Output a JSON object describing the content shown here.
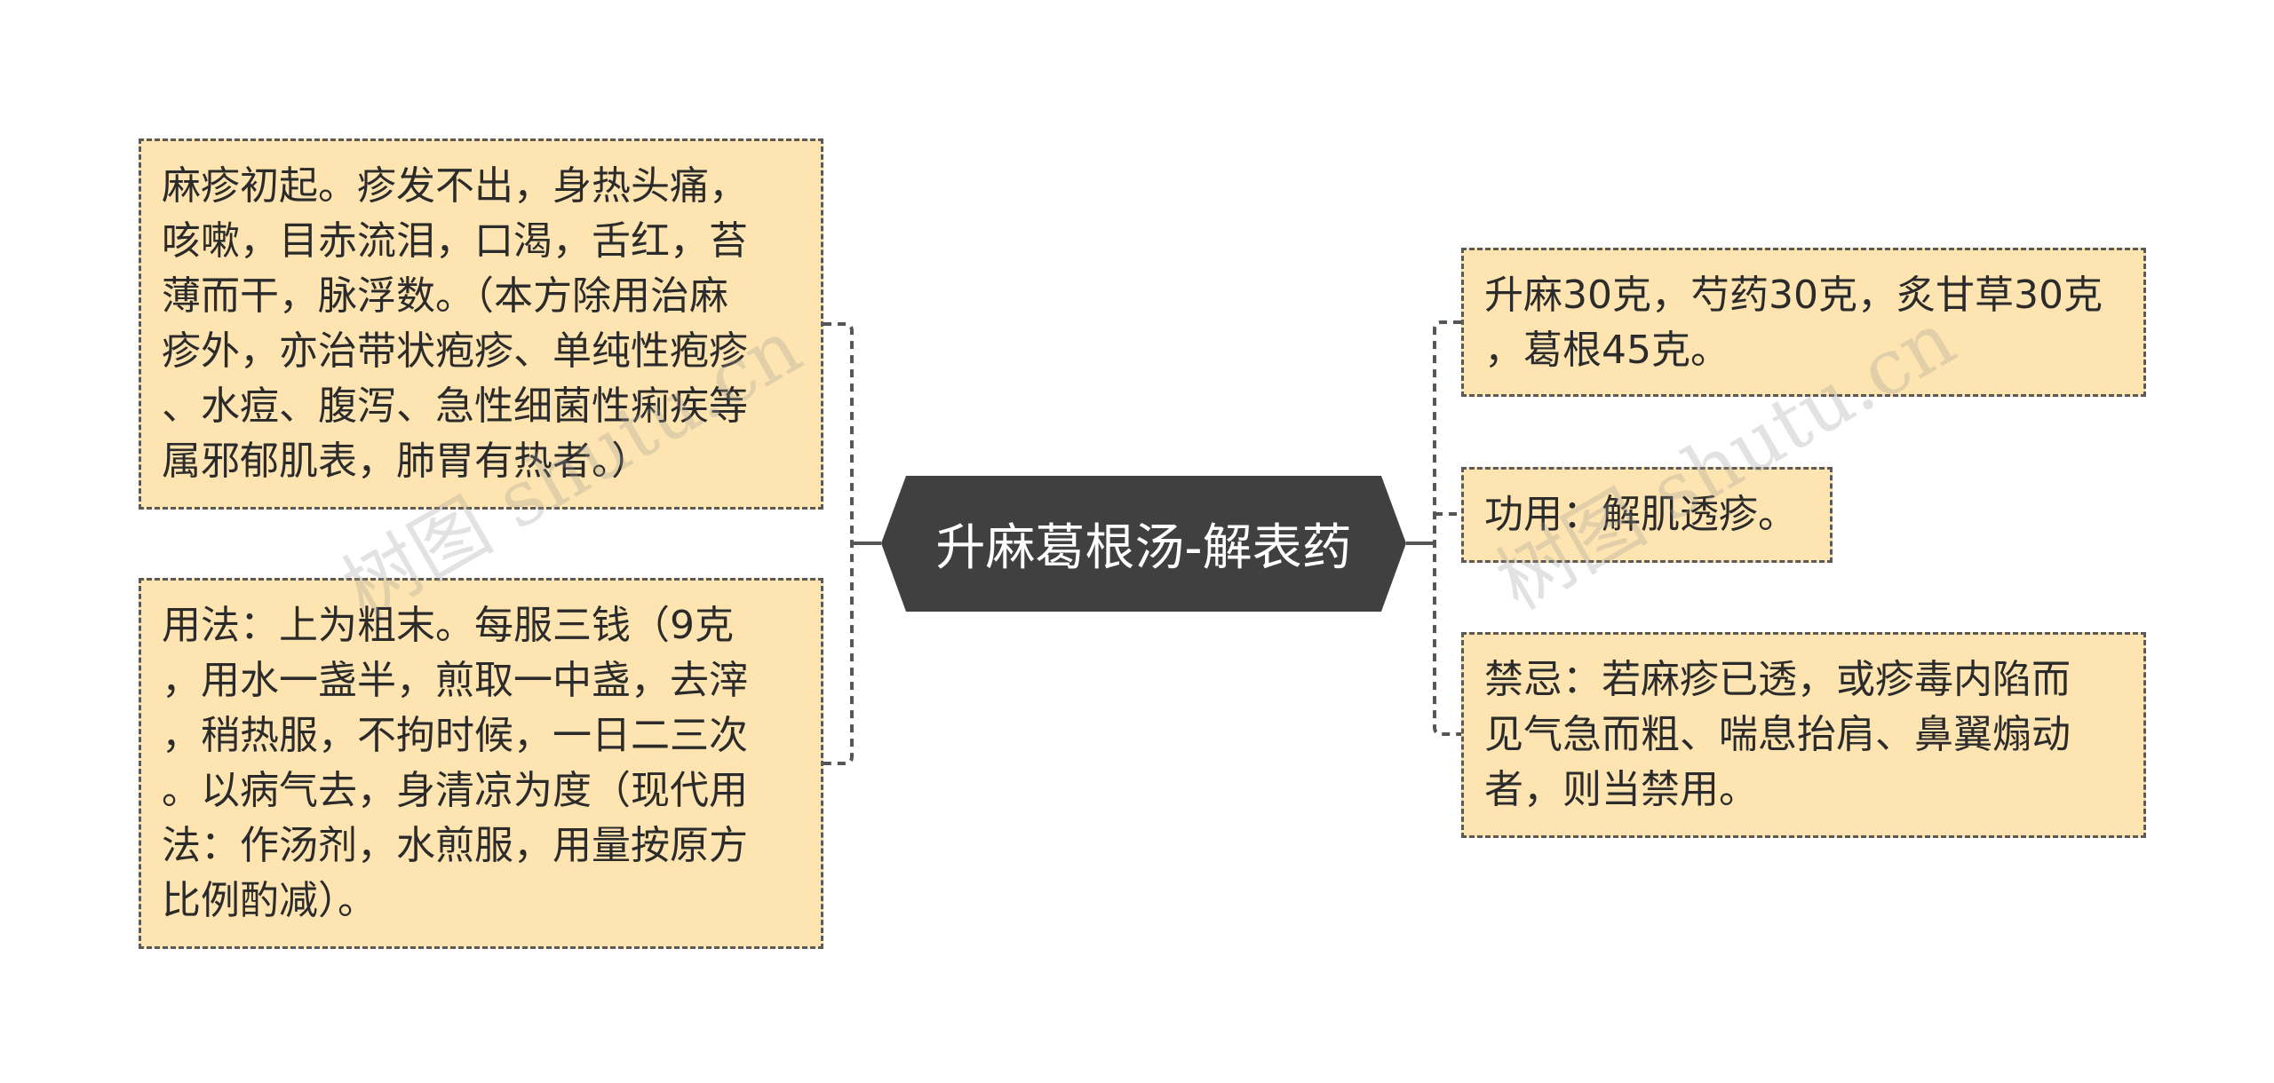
{
  "central": {
    "title": "升麻葛根汤-解表药"
  },
  "left": [
    {
      "lines": [
        "麻疹初起。疹发不出，身热头痛，",
        "咳嗽，目赤流泪，口渴，舌红，苔",
        "薄而干，脉浮数。（本方除用治麻",
        "疹外，亦治带状疱疹、单纯性疱疹",
        "、水痘、腹泻、急性细菌性痢疾等",
        "属邪郁肌表，肺胃有热者。）"
      ]
    },
    {
      "lines": [
        "用法：上为粗末。每服三钱（9克",
        "，用水一盏半，煎取一中盏，去滓",
        "，稍热服，不拘时候，一日二三次",
        "。以病气去，身清凉为度（现代用",
        "法：作汤剂，水煎服，用量按原方",
        "比例酌减）。"
      ]
    }
  ],
  "right": [
    {
      "lines": [
        "升麻30克，芍药30克，炙甘草30克",
        "，葛根45克。"
      ]
    },
    {
      "lines": [
        "功用：解肌透疹。"
      ]
    },
    {
      "lines": [
        "禁忌：若麻疹已透，或疹毒内陷而",
        "见气急而粗、喘息抬肩、鼻翼煽动",
        "者，则当禁用。"
      ]
    }
  ],
  "watermark": "树图 shutu.cn",
  "colors": {
    "node_fill": "#FEE4B0",
    "node_border": "#5A5A5A",
    "central_fill": "#404040",
    "central_text": "#FFFFFF",
    "connector": "#555555"
  }
}
